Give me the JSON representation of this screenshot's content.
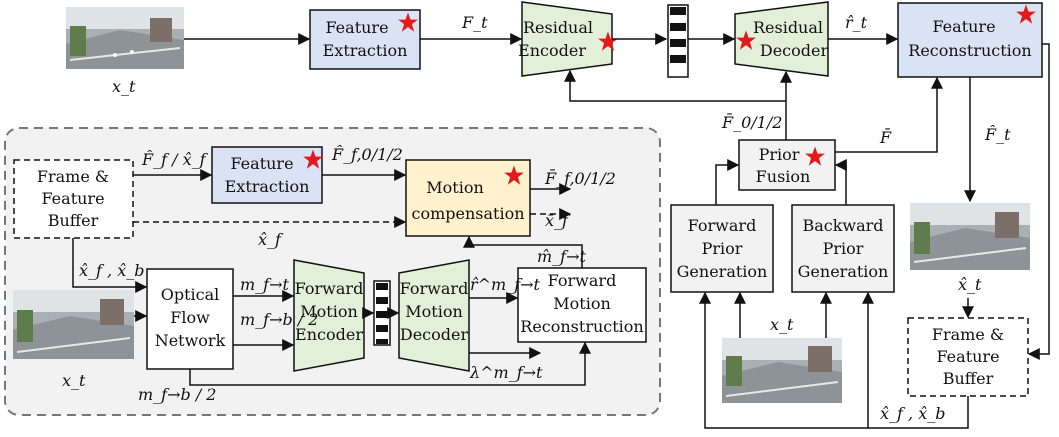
{
  "nodes": {
    "feature_extraction_top": [
      "Feature",
      "Extraction"
    ],
    "residual_encoder": [
      "Residual",
      "Encoder"
    ],
    "residual_decoder": [
      "Residual",
      "Decoder"
    ],
    "feature_reconstruction": [
      "Feature",
      "Reconstruction"
    ],
    "prior_fusion": [
      "Prior",
      "Fusion"
    ],
    "forward_prior_generation": [
      "Forward",
      "Prior",
      "Generation"
    ],
    "backward_prior_generation": [
      "Backward",
      "Prior",
      "Generation"
    ],
    "frame_feature_buffer_right": [
      "Frame &",
      "Feature",
      "Buffer"
    ],
    "frame_feature_buffer_left": [
      "Frame &",
      "Feature",
      "Buffer"
    ],
    "feature_extraction_inner": [
      "Feature",
      "Extraction"
    ],
    "motion_compensation": [
      "Motion",
      "compensation"
    ],
    "optical_flow_network": [
      "Optical",
      "Flow",
      "Network"
    ],
    "forward_motion_encoder": [
      "Forward",
      "Motion",
      "Encoder"
    ],
    "forward_motion_decoder": [
      "Forward",
      "Motion",
      "Decoder"
    ],
    "forward_motion_reconstruction": [
      "Forward",
      "Motion",
      "Reconstruction"
    ]
  },
  "labels": {
    "x_t_top": "x_t",
    "F_t": "F_t",
    "r_hat_t": "r̂_t",
    "F_bar_012": "F̄_0/1/2",
    "F_bar": "F̄",
    "F_hat_t": "F̂_t",
    "x_hat_t": "x̂_t",
    "x_t_mid": "x_t",
    "xf_xb_right": "x̂_f , x̂_b",
    "Ff_xf": "F̂_f / x̂_f",
    "Ff_012": "F̂_f,0/1/2",
    "Fbar_f_012": "F̄_f,0/1/2",
    "xbar_f": "x̄_f",
    "x_hat_f": "x̂_f",
    "m_hat_f_t": "m̂_f→t",
    "xf_xb_left": "x̂_f , x̂_b",
    "m_f_t": "m_f→t",
    "m_f_b_half": "m_f→b / 2",
    "m_f_b_half_bottom": "m_f→b / 2",
    "r_hat_m_f_t": "r̂^m_f→t",
    "lambda_m_f_t": "λ^m_f→t",
    "x_t_left": "x_t"
  },
  "colors": {
    "feature_blue": "#dae3f3",
    "codec_green": "#e2f0d9",
    "motion_yellow": "#fff2cc",
    "region_gray": "#f2f2f2",
    "fusion_gray": "#f2f2f2",
    "star_red": "#e31a1c",
    "stroke": "#111111"
  }
}
